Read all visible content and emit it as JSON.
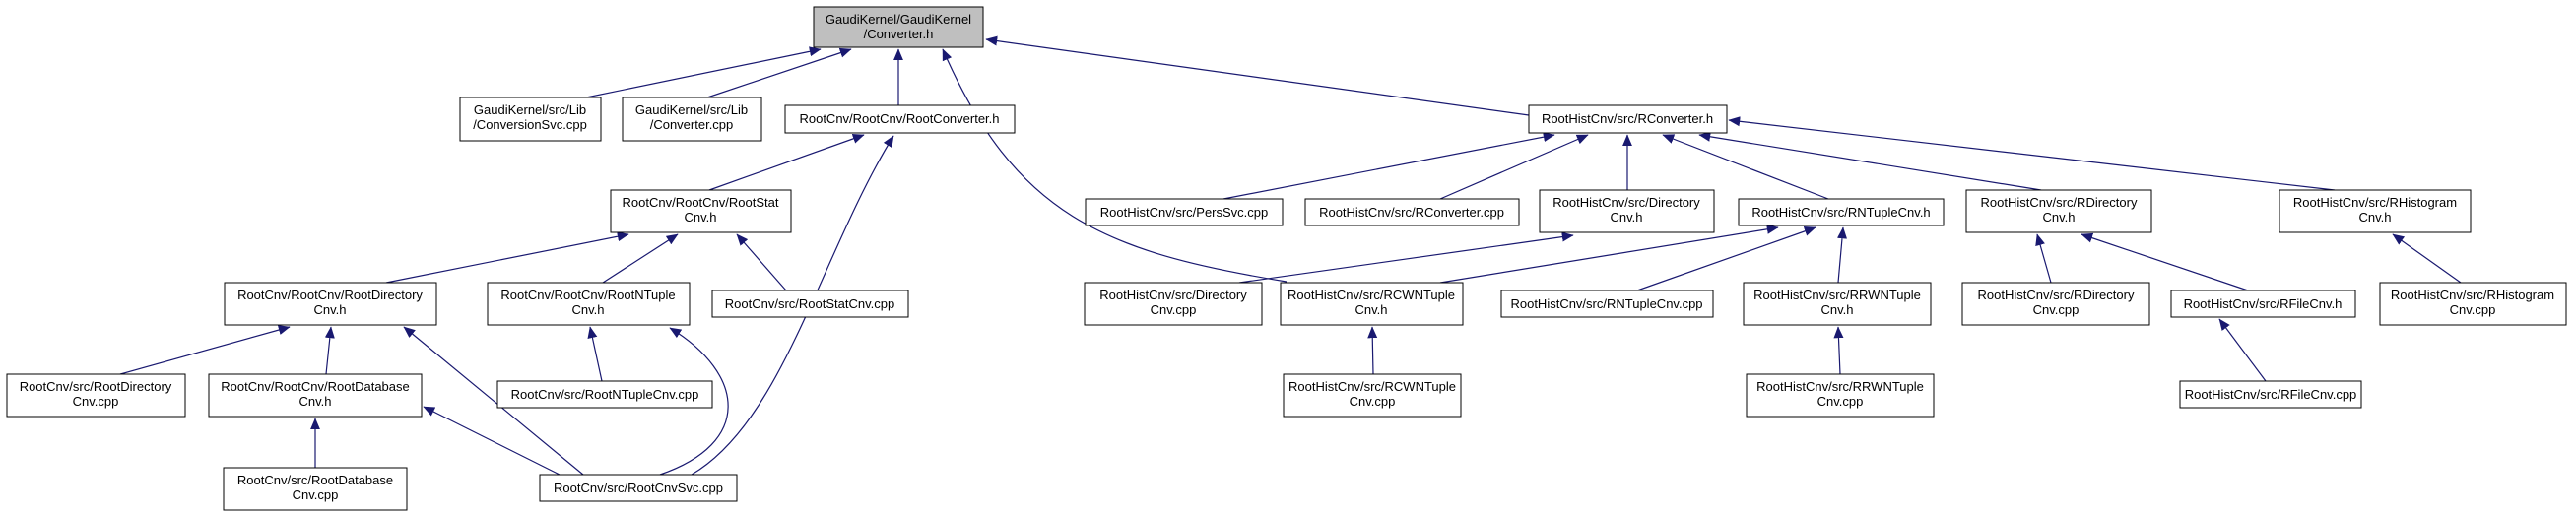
{
  "graph": {
    "title_root_file": "GaudiKernel/Converter.h",
    "colors": {
      "edge": "#191970",
      "node_border": "#000000",
      "node_fill": "#ffffff",
      "root_fill": "#bfbfbf",
      "text": "#000000"
    },
    "nodes": {
      "converter_h": {
        "l1": "GaudiKernel/GaudiKernel",
        "l2": "/Converter.h"
      },
      "conversionsvc_cpp": {
        "l1": "GaudiKernel/src/Lib",
        "l2": "/ConversionSvc.cpp"
      },
      "converter_cpp": {
        "l1": "GaudiKernel/src/Lib",
        "l2": "/Converter.cpp"
      },
      "rootconverter_h": {
        "l1": "RootCnv/RootCnv/RootConverter.h"
      },
      "rconverter_h": {
        "l1": "RootHistCnv/src/RConverter.h"
      },
      "rootstatcnv_h": {
        "l1": "RootCnv/RootCnv/RootStat",
        "l2": "Cnv.h"
      },
      "rootdirectorycnv_h": {
        "l1": "RootCnv/RootCnv/RootDirectory",
        "l2": "Cnv.h"
      },
      "rootntuplecnv_h": {
        "l1": "RootCnv/RootCnv/RootNTuple",
        "l2": "Cnv.h"
      },
      "rootstatcnv_cpp": {
        "l1": "RootCnv/src/RootStatCnv.cpp"
      },
      "rootdirectorycnv_cpp": {
        "l1": "RootCnv/src/RootDirectory",
        "l2": "Cnv.cpp"
      },
      "rootdatabasecnv_h": {
        "l1": "RootCnv/RootCnv/RootDatabase",
        "l2": "Cnv.h"
      },
      "rootntuplecnv_cpp": {
        "l1": "RootCnv/src/RootNTupleCnv.cpp"
      },
      "rootdatabasecnv_cpp": {
        "l1": "RootCnv/src/RootDatabase",
        "l2": "Cnv.cpp"
      },
      "rootcnvsvc_cpp": {
        "l1": "RootCnv/src/RootCnvSvc.cpp"
      },
      "perssvc_cpp": {
        "l1": "RootHistCnv/src/PersSvc.cpp"
      },
      "rconverter_cpp": {
        "l1": "RootHistCnv/src/RConverter.cpp"
      },
      "directorycnv_h": {
        "l1": "RootHistCnv/src/Directory",
        "l2": "Cnv.h"
      },
      "rntuplecnv_h": {
        "l1": "RootHistCnv/src/RNTupleCnv.h"
      },
      "rdirectorycnv_h": {
        "l1": "RootHistCnv/src/RDirectory",
        "l2": "Cnv.h"
      },
      "rhistogramcnv_h": {
        "l1": "RootHistCnv/src/RHistogram",
        "l2": "Cnv.h"
      },
      "directorycnv_cpp": {
        "l1": "RootHistCnv/src/Directory",
        "l2": "Cnv.cpp"
      },
      "rcwntuplecnv_h": {
        "l1": "RootHistCnv/src/RCWNTuple",
        "l2": "Cnv.h"
      },
      "rntuplecnv_cpp": {
        "l1": "RootHistCnv/src/RNTupleCnv.cpp"
      },
      "rrwntuplecnv_h": {
        "l1": "RootHistCnv/src/RRWNTuple",
        "l2": "Cnv.h"
      },
      "rdirectorycnv_cpp": {
        "l1": "RootHistCnv/src/RDirectory",
        "l2": "Cnv.cpp"
      },
      "rfilecnv_h": {
        "l1": "RootHistCnv/src/RFileCnv.h"
      },
      "rhistogramcnv_cpp": {
        "l1": "RootHistCnv/src/RHistogram",
        "l2": "Cnv.cpp"
      },
      "rcwntuplecnv_cpp": {
        "l1": "RootHistCnv/src/RCWNTuple",
        "l2": "Cnv.cpp"
      },
      "rrwntuplecnv_cpp": {
        "l1": "RootHistCnv/src/RRWNTuple",
        "l2": "Cnv.cpp"
      },
      "rfilecnv_cpp": {
        "l1": "RootHistCnv/src/RFileCnv.cpp"
      }
    },
    "edges": [
      {
        "from": "conversionsvc_cpp",
        "to": "converter_h"
      },
      {
        "from": "converter_cpp",
        "to": "converter_h"
      },
      {
        "from": "rootconverter_h",
        "to": "converter_h"
      },
      {
        "from": "rcwntuplecnv_h",
        "to": "converter_h"
      },
      {
        "from": "rconverter_h",
        "to": "converter_h"
      },
      {
        "from": "rootstatcnv_h",
        "to": "rootconverter_h"
      },
      {
        "from": "rootcnvsvc_cpp",
        "to": "rootconverter_h"
      },
      {
        "from": "rootdirectorycnv_h",
        "to": "rootstatcnv_h"
      },
      {
        "from": "rootntuplecnv_h",
        "to": "rootstatcnv_h"
      },
      {
        "from": "rootstatcnv_cpp",
        "to": "rootstatcnv_h"
      },
      {
        "from": "rootdirectorycnv_cpp",
        "to": "rootdirectorycnv_h"
      },
      {
        "from": "rootdatabasecnv_h",
        "to": "rootdirectorycnv_h"
      },
      {
        "from": "rootcnvsvc_cpp",
        "to": "rootdirectorycnv_h"
      },
      {
        "from": "rootntuplecnv_cpp",
        "to": "rootntuplecnv_h"
      },
      {
        "from": "rootcnvsvc_cpp",
        "to": "rootntuplecnv_h"
      },
      {
        "from": "rootdatabasecnv_cpp",
        "to": "rootdatabasecnv_h"
      },
      {
        "from": "rootcnvsvc_cpp",
        "to": "rootdatabasecnv_h"
      },
      {
        "from": "perssvc_cpp",
        "to": "rconverter_h"
      },
      {
        "from": "rconverter_cpp",
        "to": "rconverter_h"
      },
      {
        "from": "directorycnv_h",
        "to": "rconverter_h"
      },
      {
        "from": "rntuplecnv_h",
        "to": "rconverter_h"
      },
      {
        "from": "rdirectorycnv_h",
        "to": "rconverter_h"
      },
      {
        "from": "rhistogramcnv_h",
        "to": "rconverter_h"
      },
      {
        "from": "directorycnv_cpp",
        "to": "directorycnv_h"
      },
      {
        "from": "rcwntuplecnv_h",
        "to": "rntuplecnv_h"
      },
      {
        "from": "rntuplecnv_cpp",
        "to": "rntuplecnv_h"
      },
      {
        "from": "rrwntuplecnv_h",
        "to": "rntuplecnv_h"
      },
      {
        "from": "rdirectorycnv_cpp",
        "to": "rdirectorycnv_h"
      },
      {
        "from": "rfilecnv_h",
        "to": "rdirectorycnv_h"
      },
      {
        "from": "rhistogramcnv_cpp",
        "to": "rhistogramcnv_h"
      },
      {
        "from": "rcwntuplecnv_cpp",
        "to": "rcwntuplecnv_h"
      },
      {
        "from": "rrwntuplecnv_cpp",
        "to": "rrwntuplecnv_h"
      },
      {
        "from": "rfilecnv_cpp",
        "to": "rfilecnv_h"
      }
    ]
  }
}
